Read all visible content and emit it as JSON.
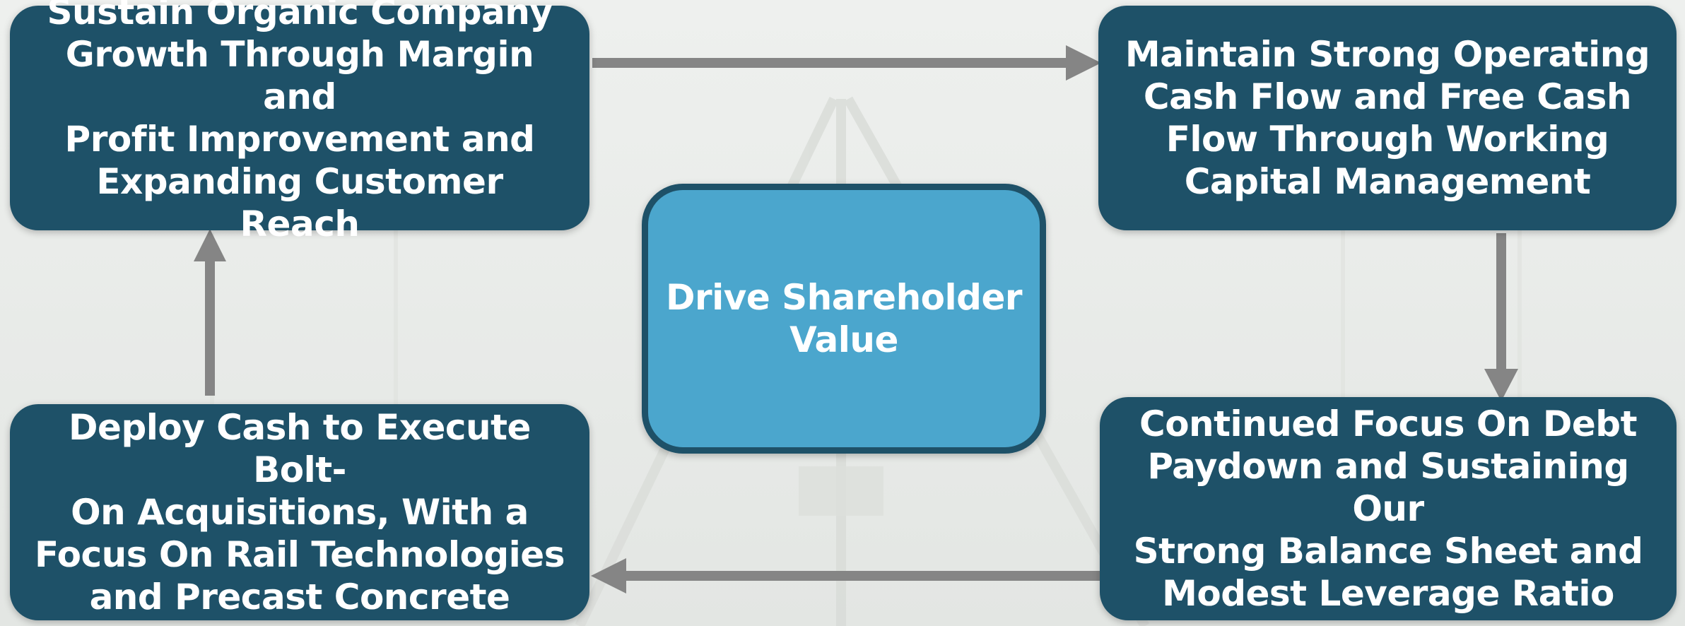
{
  "diagram": {
    "nodes": {
      "top_left": {
        "text": "Sustain Organic Company\nGrowth Through Margin and\nProfit Improvement and\nExpanding Customer Reach"
      },
      "top_right": {
        "text": "Maintain Strong Operating\nCash Flow and Free Cash\nFlow Through Working\nCapital Management"
      },
      "center": {
        "text": "Drive Shareholder\nValue"
      },
      "bottom_right": {
        "text": "Continued Focus On Debt\nPaydown and Sustaining Our\nStrong Balance Sheet and\nModest Leverage Ratio"
      },
      "bottom_left": {
        "text": "Deploy Cash to Execute Bolt-\nOn Acquisitions, With a\nFocus On Rail Technologies\nand Precast Concrete"
      }
    },
    "edges": [
      {
        "from": "top_left",
        "to": "top_right"
      },
      {
        "from": "top_right",
        "to": "bottom_right"
      },
      {
        "from": "bottom_right",
        "to": "bottom_left"
      },
      {
        "from": "bottom_left",
        "to": "top_left"
      }
    ],
    "colors": {
      "node_fill": "#1e5168",
      "center_fill": "#4ba6cd",
      "arrow": "#858585",
      "text": "#ffffff"
    }
  }
}
